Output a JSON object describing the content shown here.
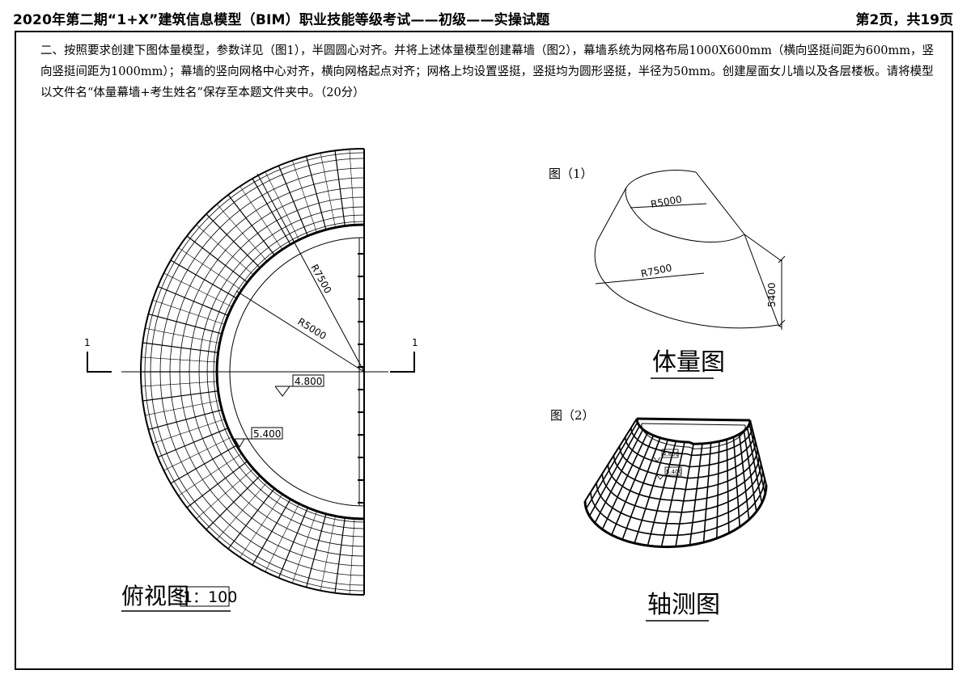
{
  "header": {
    "title": "2020年第二期“1+X”建筑信息模型（BIM）职业技能等级考试——初级——实操试题",
    "page": "第2页，共19页"
  },
  "question": {
    "text": "二、按照要求创建下图体量模型，参数详见（图1），半圆圆心对齐。并将上述体量模型创建幕墙（图2），幕墙系统为网格布局1000X600mm（横向竖挺间距为600mm，竖向竖挺间距为1000mm）；幕墙的竖向网格中心对齐，横向网格起点对齐；网格上均设置竖挺，竖挺均为圆形竖挺，半径为50mm。创建屋面女儿墙以及各层楼板。请将模型以文件名“体量幕墙+考生姓名”保存至本题文件夹中。（20分）"
  },
  "plan_view": {
    "section_mark_left": "1",
    "section_mark_right": "1",
    "radius_outer": "R7500",
    "radius_inner": "R5000",
    "level_upper": "4.800",
    "level_lower": "5.400",
    "title": "俯视图",
    "scale": "1：100"
  },
  "figure1": {
    "label": "图（1）",
    "top_radius": "R5000",
    "bottom_radius": "R7500",
    "height": "5400",
    "caption": "体量图"
  },
  "figure2": {
    "label": "图（2）",
    "level_upper": "4.800",
    "level_lower": "5.400",
    "caption": "轴测图"
  }
}
